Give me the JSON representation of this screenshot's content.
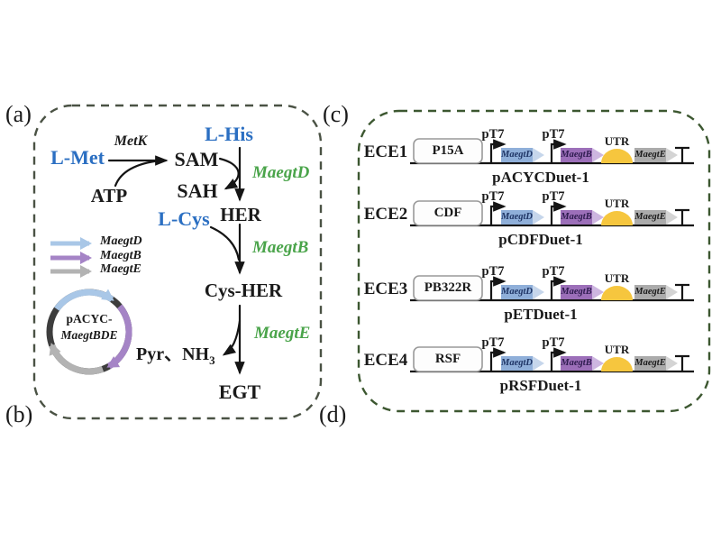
{
  "figure": {
    "panel_labels": {
      "a": "(a)",
      "b": "(b)",
      "c": "(c)",
      "d": "(d)"
    }
  },
  "pathway": {
    "l_met": "L-Met",
    "metk": "MetK",
    "atp": "ATP",
    "sam": "SAM",
    "sah": "SAH",
    "l_his": "L-His",
    "her": "HER",
    "l_cys": "L-Cys",
    "cys_her": "Cys-HER",
    "pyr_nh3_base": "Pyr、NH",
    "nh3_subscript": "3",
    "egt": "EGT",
    "enzyme_d": "MaegtD",
    "enzyme_b": "MaegtB",
    "enzyme_e": "MaegtE"
  },
  "legend": {
    "items": [
      {
        "label": "MaegtD",
        "color": "#a9c7e7"
      },
      {
        "label": "MaegtB",
        "color": "#a584c6"
      },
      {
        "label": "MaegtE",
        "color": "#b3b3b3"
      }
    ]
  },
  "plasmid_map": {
    "name_line1": "pACYC-",
    "name_line2": "MaegtBDE"
  },
  "constructs": {
    "promoter_label": "pT7",
    "utr_label": "UTR",
    "genes": [
      {
        "label": "MaegtD",
        "color": "#8fafd9",
        "text_color": "#1f3565"
      },
      {
        "label": "MaegtB",
        "color": "#9c6fb9",
        "text_color": "#2d1b4e"
      },
      {
        "label": "MaegtE",
        "color": "#ababab",
        "text_color": "#1a1a1a"
      }
    ],
    "rows": [
      {
        "name": "ECE1",
        "origin": "P15A",
        "backbone": "pACYCDuet-1"
      },
      {
        "name": "ECE2",
        "origin": "CDF",
        "backbone": "pCDFDuet-1"
      },
      {
        "name": "ECE3",
        "origin": "PB322R",
        "backbone": "pETDuet-1"
      },
      {
        "name": "ECE4",
        "origin": "RSF",
        "backbone": "pRSFDuet-1"
      }
    ]
  },
  "colors": {
    "metabolite_blue": "#2b6fc2",
    "enzyme_green": "#4aa44a",
    "panel_a_border": "#4a5244",
    "panel_c_border": "#3c5730",
    "utr_yellow": "#f6c63e",
    "arrow_black": "#151515"
  }
}
